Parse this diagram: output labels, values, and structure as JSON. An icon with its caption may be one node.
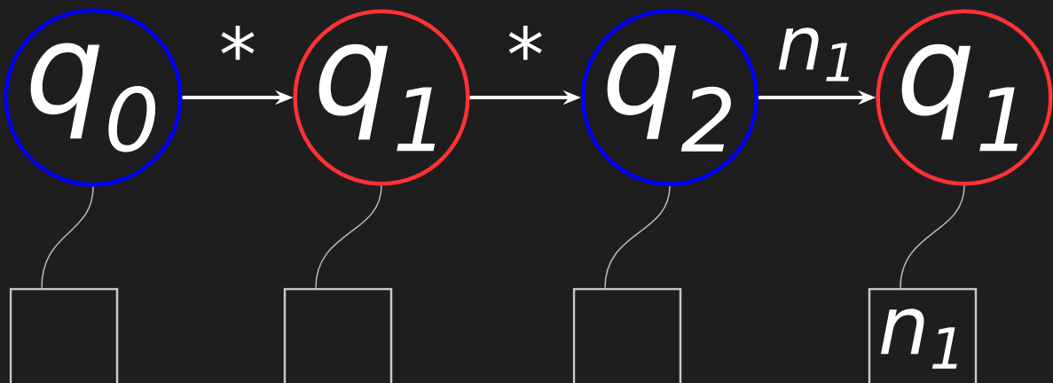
{
  "diagram": {
    "nodes": [
      {
        "text": [
          "q$_{0}$"
        ]
      },
      {
        "text": [
          "q$_{1}$"
        ]
      },
      {
        "text": [
          "q$_{2}$"
        ]
      },
      {
        "text": [
          "q$_{1}$"
        ]
      },
      {
        "text": [],
        "shape": "box"
      },
      {
        "text": [],
        "shape": "box"
      },
      {
        "text": [],
        "shape": "box"
      },
      {
        "text": [
          "n$_{1}$"
        ]
      }
    ],
    "edges": [
      {
        "from": 0,
        "to": 1,
        "arrow": "to",
        "label": "*",
        "style": "thick",
        "color": "#ffffff"
      },
      {
        "from": 1,
        "to": 2,
        "arrow": "to",
        "label": "*",
        "style": "thick",
        "color": "#ffffff"
      },
      {
        "from": 2,
        "to": 3,
        "arrow": "to",
        "label": "n$_{1}$",
        "style": "thick",
        "color": "#ffffff"
      },
      {
        "from": 0,
        "to": 4,
        "arrow": "none"
      },
      {
        "from": 1,
        "to": 5,
        "arrow": "none"
      },
      {
        "from": 2,
        "to": 6,
        "arrow": "none"
      },
      {
        "from": 3,
        "to": 7,
        "arrow": "none"
      }
    ]
  }
}
